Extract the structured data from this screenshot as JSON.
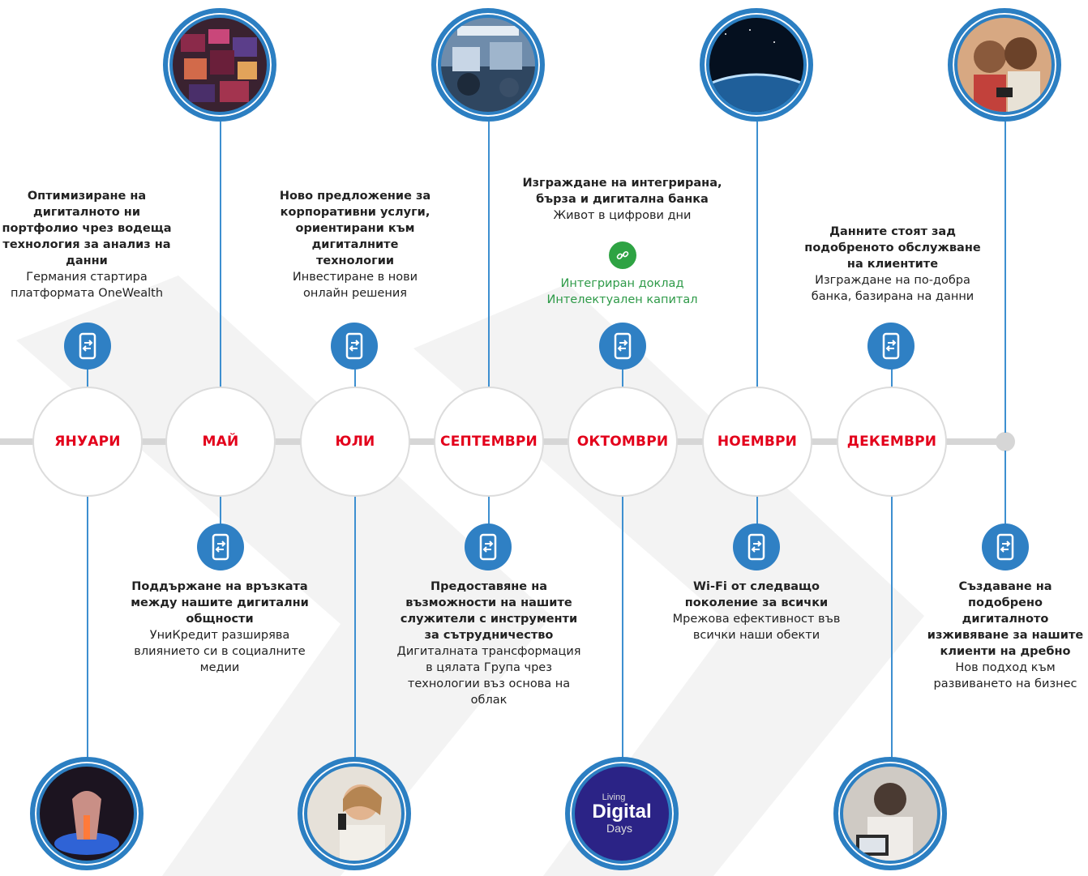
{
  "timeline": {
    "months": [
      "ЯНУАРИ",
      "МАЙ",
      "ЮЛИ",
      "СЕПТЕМВРИ",
      "ОКТОМВРИ",
      "НОЕМВРИ",
      "ДЕКЕМВРИ"
    ]
  },
  "events": {
    "january": {
      "title": "Оптимизиране на дигиталното ни портфолио чрез водеща технология за анализ на данни",
      "subtitle": "Германия стартира платформата OneWealth"
    },
    "may": {
      "title": "Поддържане на връзката между нашите дигитални общности",
      "subtitle": "УниКредит разширява влиянието си в социалните медии"
    },
    "july": {
      "title": "Ново предложение за корпоративни услуги, ориентирани към дигиталните технологии",
      "subtitle": "Инвестиране в нови онлайн решения"
    },
    "september": {
      "title": "Предоставяне на възможности на нашите служители с инструменти за сътрудничество",
      "subtitle": "Дигиталната трансформация в цялата Група чрез технологии въз основа на облак"
    },
    "october": {
      "title": "Изграждане на интегрирана, бърза и дигитална банка",
      "subtitle": "Живот в цифрови дни",
      "link1": "Интегриран доклад",
      "link2": "Интелектуален капитал"
    },
    "november": {
      "title": "Wi-Fi от следващо поколение за всички",
      "subtitle": "Мрежова ефективност във всички наши обекти"
    },
    "december": {
      "title": "Данните стоят зад подобреното обслужване на клиентите",
      "subtitle": "Изграждане на по-добра банка, базирана на данни"
    },
    "final": {
      "title": "Създаване на подобрено дигиталното изживяване за нашите клиенти на дребно",
      "subtitle": "Нов подход към развиването на бизнес"
    }
  },
  "photos": {
    "october_logo_line1": "Living",
    "october_logo_line2": "Digital",
    "october_logo_line3": "Days"
  },
  "colors": {
    "accent_blue": "#2f80c4",
    "month_red": "#e3001b",
    "link_green": "#2e9a48",
    "timeline_gray": "#d6d6d6"
  }
}
